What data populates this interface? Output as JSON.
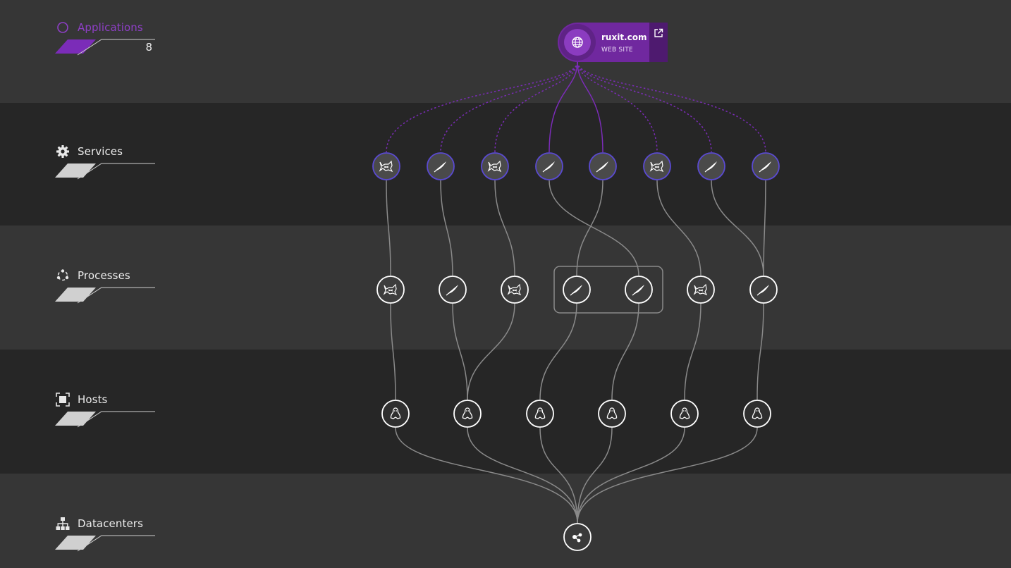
{
  "tiers": {
    "applications": {
      "label": "Applications",
      "count": "8",
      "icon": "circle-outline-icon"
    },
    "services": {
      "label": "Services",
      "icon": "gear-icon"
    },
    "processes": {
      "label": "Processes",
      "icon": "processes-icon"
    },
    "hosts": {
      "label": "Hosts",
      "icon": "host-chip-icon"
    },
    "datacenters": {
      "label": "Datacenters",
      "icon": "network-tree-icon"
    }
  },
  "application": {
    "name": "ruxit.com",
    "type": "WEB SITE",
    "icon": "globe-icon",
    "action_icon": "external-link-icon"
  },
  "services": [
    "tomcat",
    "feather",
    "tomcat",
    "feather",
    "feather",
    "tomcat",
    "feather",
    "feather"
  ],
  "processes": [
    "tomcat",
    "feather",
    "tomcat",
    "feather",
    "feather",
    "tomcat",
    "feather"
  ],
  "hosts": [
    "linux",
    "linux",
    "linux",
    "linux",
    "linux",
    "linux"
  ],
  "datacenter": {
    "icon": "datacenter-icon"
  },
  "colors": {
    "accent": "#7b2cb8",
    "service_ring": "#5a4ad1",
    "node_ring": "#ffffff",
    "edge": "#8a8a8a"
  }
}
